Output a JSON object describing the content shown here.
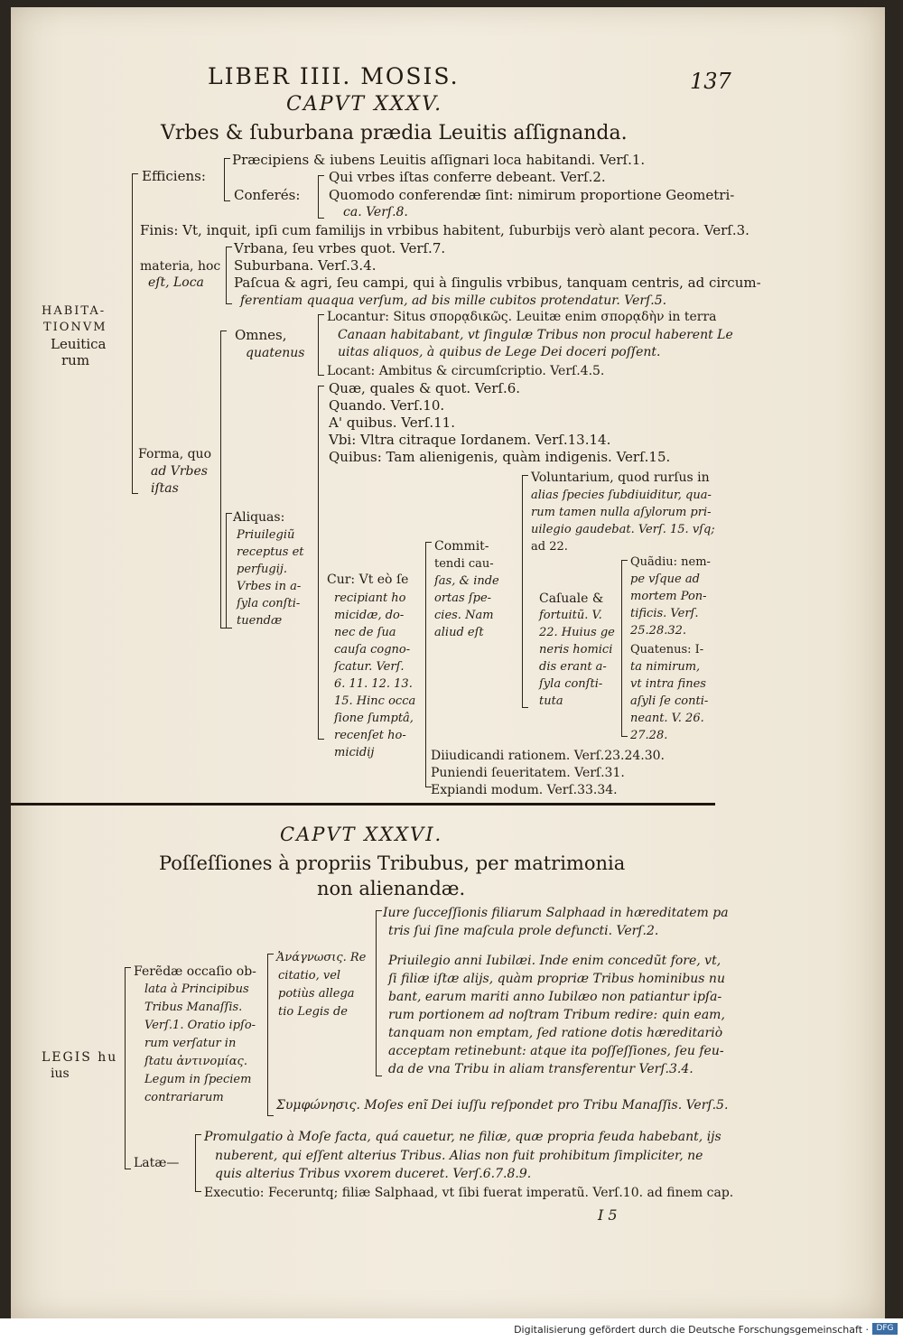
{
  "header": {
    "running_title": "LIBER IIII. MOSIS.",
    "page_number": "137"
  },
  "chap35": {
    "caput": "CAPVT XXXV.",
    "title": "Vrbes & ſuburbana prædia Leuitis aſſignanda.",
    "root": [
      "HABITA-",
      "TIONVM",
      "Leuitica",
      "rum"
    ],
    "efficiens": {
      "label": "Efficiens:",
      "praecipiens": "Præcipiens & iubens Leuitis aſſignari loca habitandi. Verſ.1.",
      "conferes_label": "Conferés:",
      "qui": "Qui vrbes iſtas conferre debeant. Verſ.2.",
      "quomodo_1": "Quomodo conferendæ ſint: nimirum proportione Geometri-",
      "quomodo_2": "ca. Verſ.8."
    },
    "finis": "Finis: Vt, inquit, ipſi cum familijs in vrbibus habitent, ſuburbijs verò alant pecora. Verſ.3.",
    "materia": {
      "label_1": "materia, hoc",
      "label_2": "eſt, Loca",
      "urbana": "Vrbana, ſeu vrbes quot. Verſ.7.",
      "suburbana": "Suburbana. Verſ.3.4.",
      "pascua_1": "Paſcua & agri, ſeu campi, qui à ſingulis vrbibus, tanquam centris, ad circum-",
      "pascua_2": "ferentiam quaqua verſum, ad bis mille cubitos protendatur. Verſ.5."
    },
    "forma": {
      "label_1": "Forma, quo",
      "label_2": "ad Vrbes",
      "label_3": "iſtas",
      "omnes_1": "Omnes,",
      "omnes_2": "quatenus",
      "locantur_1": "Locantur: Situs σπορᾳδικῶς. Leuitæ enim σπορᾳδὴν in terra",
      "locantur_2": "Canaan habitabant, vt ſingulæ Tribus non procul haberent Le",
      "locantur_3": "uitas aliquos, à quibus de Lege Dei doceri poſſent.",
      "locant": "Locant: Ambitus & circumſcriptio. Verſ.4.5.",
      "quae": "Quæ, quales & quot. Verſ.6.",
      "quando": "Quando. Verſ.10.",
      "aquibus": "A' quibus. Verſ.11.",
      "vbi": "Vbi: Vltra citraque Iordanem. Verſ.13.14.",
      "quibus": "Quibus: Tam alienigenis, quàm indigenis. Verſ.15.",
      "aliquas": [
        "Aliquas:",
        "Priuilegiũ",
        "receptus et",
        "perfugij.",
        "Vrbes in a-",
        "ſyla conſti-",
        "tuendæ"
      ],
      "cur": [
        "Cur: Vt eò ſe",
        "recipiant ho",
        "micidæ, do-",
        "nec de ſua",
        "cauſa cogno-",
        "ſcatur. Verſ.",
        "6. 11. 12. 13.",
        "15. Hinc occa",
        "ſione ſumptâ,",
        "recenſet ho-",
        "micidij"
      ],
      "commit": [
        "Commit-",
        "tendi cau-",
        "ſas, & inde",
        "ortas ſpe-",
        "cies. Nam",
        "aliud eſt"
      ],
      "voluntarium": [
        "Voluntarium, quod rurſus in",
        "alias ſpecies ſubdiuiditur, qua-",
        "rum tamen nulla aſylorum pri-",
        "uilegio gaudebat. Verſ. 15. vſq;",
        "ad 22."
      ],
      "casuale": [
        "Caſuale &",
        "fortuitũ. V.",
        "22. Huius ge",
        "neris homici",
        "dis erant a-",
        "ſyla conſti-",
        "tuta"
      ],
      "quadiu": [
        "Quãdiu: nem-",
        "pe vſque ad",
        "mortem Pon-",
        "tificis. Verſ.",
        "25.28.32."
      ],
      "quatenus": [
        "Quatenus: I-",
        "ta nimirum,",
        "vt intra fines",
        "aſyli ſe conti-",
        "neant. V. 26.",
        "27.28."
      ],
      "diiudicandi": "Diiudicandi rationem. Verſ.23.24.30.",
      "puniendi": "Puniendi ſeueritatem. Verſ.31.",
      "expiandi": "Expiandi modum. Verſ.33.34."
    }
  },
  "chap36": {
    "caput": "CAPVT XXXVI.",
    "title_1": "Poſſeſſiones à propriis Tribubus, per matrimonia",
    "title_2": "non alienandæ.",
    "root": [
      "LEGIS hu",
      "ius"
    ],
    "feredae": [
      "Ferẽdæ occaſio ob-",
      "lata à Principibus",
      "Tribus Manaſſis.",
      "Verſ.1. Oratio ipſo-",
      "rum verſatur in",
      "ſtatu ἀντινομίας.",
      "Legum in ſpeciem",
      "contrariarum"
    ],
    "anagnosis": [
      "Ἀνάγνωσις. Re",
      "citatio, vel",
      "potiùs allega",
      "tio Legis de"
    ],
    "iure": [
      "Iure ſucceſſionis filiarum Salphaad in hæreditatem pa",
      "tris ſui ſine maſcula prole defuncti. Verſ.2."
    ],
    "priuilegio": [
      "Priuilegio anni Iubilæi. Inde enim concedũt fore, vt,",
      "ſi filiæ iſtæ alijs, quàm propriæ Tribus hominibus nu",
      "bant, earum mariti anno Iubilæo non patiantur ipſa-",
      "rum portionem ad noſtram Tribum redire: quin eam,",
      "tanquam non emptam, ſed ratione dotis hæreditariò",
      "acceptam retinebunt: atque ita poſſeſſiones, ſeu feu-",
      "da de vna Tribu in aliam transferentur Verſ.3.4."
    ],
    "symphonesis": "Συμφώνησις. Moſes enĩ Dei iuſſu reſpondet pro Tribu Manaſſis. Verſ.5.",
    "latae": "Latæ—",
    "promulgatio": [
      "Promulgatio à Moſe facta, quá cauetur, ne filiæ, quæ propria feuda habebant, ijs",
      "nuberent, qui eſſent alterius Tribus. Alias non fuit prohibitum ſimpliciter, ne",
      "quis alterius Tribus vxorem duceret. Verſ.6.7.8.9."
    ],
    "executio": "Executio: Feceruntq; filiæ Salphaad, vt ſibi fuerat imperatũ. Verſ.10. ad finem cap."
  },
  "signature": "I 5",
  "footer": {
    "credit": "Digitalisierung gefördert durch die Deutsche Forschungsgemeinschaft ·",
    "logo": "DFG"
  }
}
